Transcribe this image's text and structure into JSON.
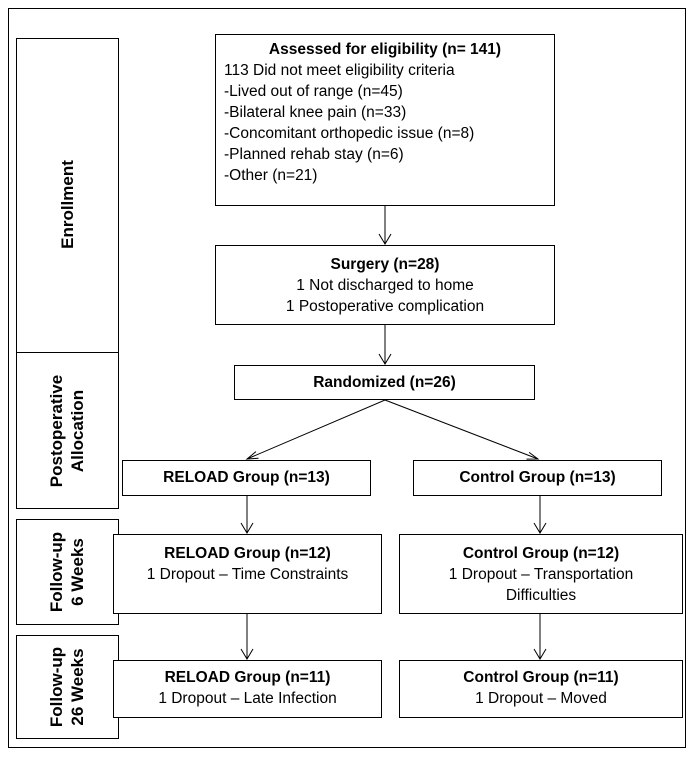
{
  "stages": {
    "enrollment": "Enrollment",
    "allocation": [
      "Postoperative",
      "Allocation"
    ],
    "followup6": [
      "Follow-up",
      "6 Weeks"
    ],
    "followup26": [
      "Follow-up",
      "26 Weeks"
    ]
  },
  "boxes": {
    "eligibility": {
      "title": "Assessed for eligibility (n= 141)",
      "lines": [
        "113 Did not meet eligibility criteria",
        "-Lived out of range (n=45)",
        "-Bilateral knee pain (n=33)",
        "-Concomitant orthopedic issue (n=8)",
        "-Planned rehab stay (n=6)",
        "-Other (n=21)"
      ]
    },
    "surgery": {
      "title": "Surgery (n=28)",
      "lines": [
        "1 Not discharged to home",
        "1 Postoperative complication"
      ]
    },
    "randomized": {
      "title": "Randomized (n=26)"
    },
    "reload_alloc": {
      "title": "RELOAD Group (n=13)"
    },
    "control_alloc": {
      "title": "Control  Group (n=13)"
    },
    "reload_6wk": {
      "title": "RELOAD Group (n=12)",
      "lines": [
        "1 Dropout – Time Constraints"
      ]
    },
    "control_6wk": {
      "title": "Control  Group (n=12)",
      "lines": [
        "1 Dropout – Transportation",
        "Difficulties"
      ]
    },
    "reload_26wk": {
      "title": "RELOAD Group (n=11)",
      "lines": [
        "1 Dropout – Late Infection"
      ]
    },
    "control_26wk": {
      "title": "Control  Group (n=11)",
      "lines": [
        "1 Dropout – Moved"
      ]
    }
  }
}
